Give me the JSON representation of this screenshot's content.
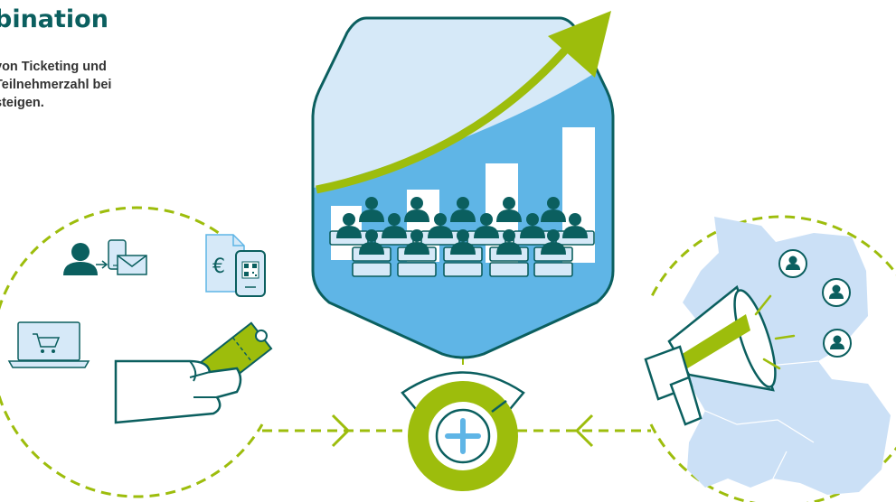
{
  "header": {
    "title": "bination",
    "description_lines": [
      "von Ticketing und",
      "Teilnehmerzahl bei",
      "steigen."
    ]
  },
  "icons": {
    "left_group": [
      "person-icon",
      "smartphone-icon",
      "envelope-icon",
      "euro-document-icon",
      "qr-phone-icon",
      "laptop-cart-icon",
      "hand-ticket-icon"
    ],
    "center": [
      "growth-arrow-icon",
      "audience-icon",
      "bar-chart-icon",
      "plus-icon"
    ],
    "right_group": [
      "germany-map-icon",
      "megaphone-icon",
      "user-badge-icon"
    ]
  },
  "colors": {
    "dark_teal": "#0b5f5f",
    "lime": "#9dbd0c",
    "sky_blue": "#5fb5e6",
    "pale_blue": "#d6e9f8",
    "map_blue": "#cbe0f6"
  }
}
